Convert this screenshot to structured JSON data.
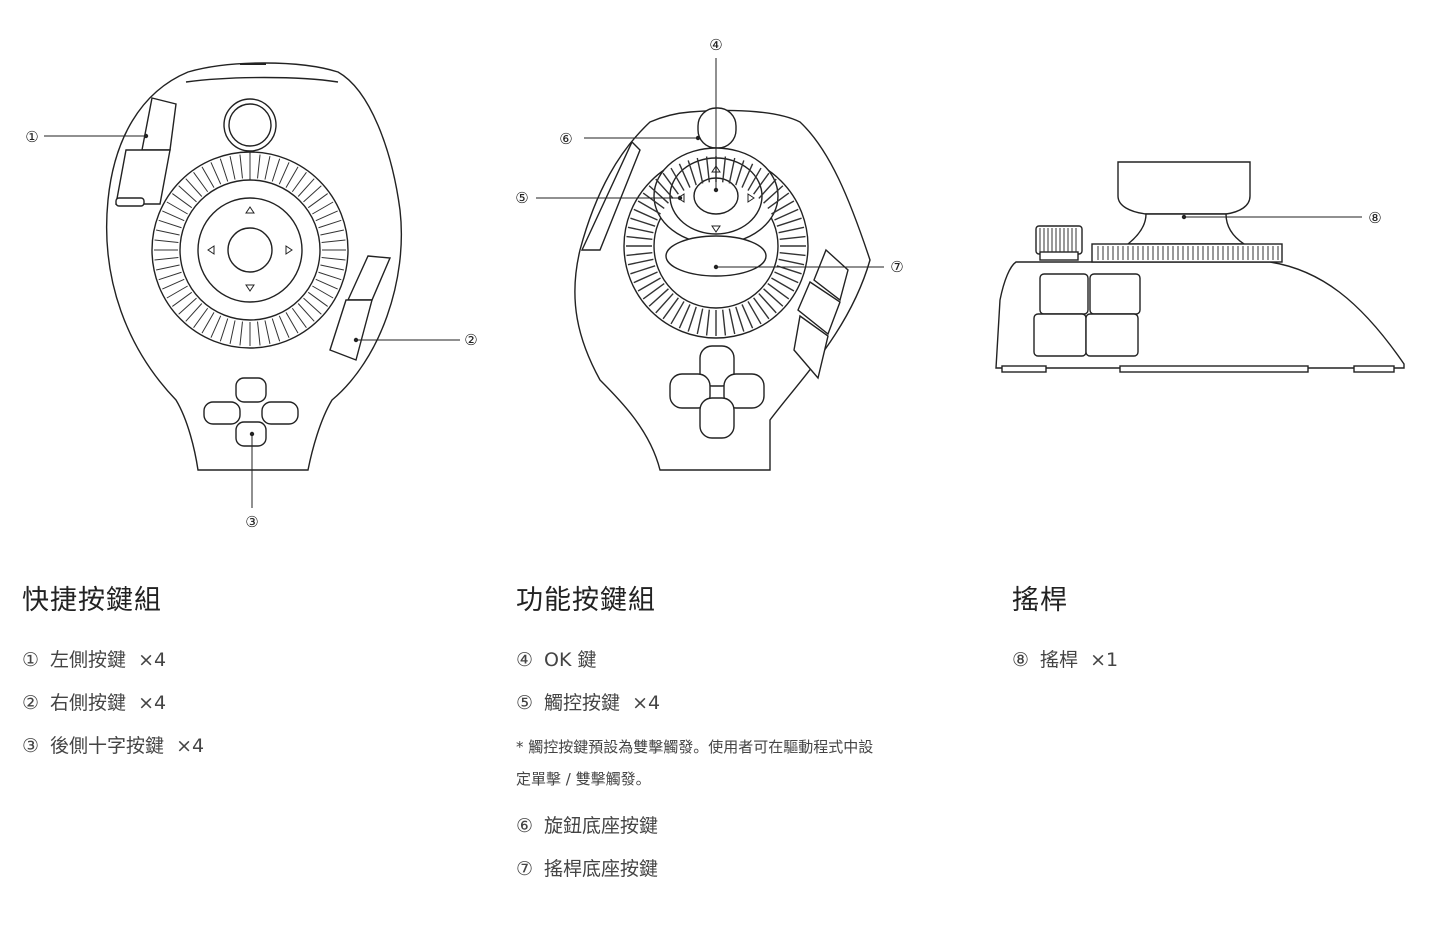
{
  "callouts": [
    "①",
    "②",
    "③",
    "④",
    "⑤",
    "⑥",
    "⑦",
    "⑧"
  ],
  "groups": [
    {
      "title": "快捷按鍵組",
      "items": [
        {
          "num": "①",
          "label": "左側按鍵",
          "count": "×4"
        },
        {
          "num": "②",
          "label": "右側按鍵",
          "count": "×4"
        },
        {
          "num": "③",
          "label": "後側十字按鍵",
          "count": "×4"
        }
      ]
    },
    {
      "title": "功能按鍵組",
      "items": [
        {
          "num": "④",
          "label": "OK 鍵",
          "count": ""
        },
        {
          "num": "⑤",
          "label": "觸控按鍵",
          "count": "×4"
        }
      ],
      "note": "* 觸控按鍵預設為雙擊觸發。使用者可在驅動程式中設定單擊 / 雙擊觸發。",
      "items2": [
        {
          "num": "⑥",
          "label": "旋鈕底座按鍵",
          "count": ""
        },
        {
          "num": "⑦",
          "label": "搖桿底座按鍵",
          "count": ""
        }
      ]
    },
    {
      "title": "搖桿",
      "items": [
        {
          "num": "⑧",
          "label": "搖桿",
          "count": "×1"
        }
      ]
    }
  ]
}
